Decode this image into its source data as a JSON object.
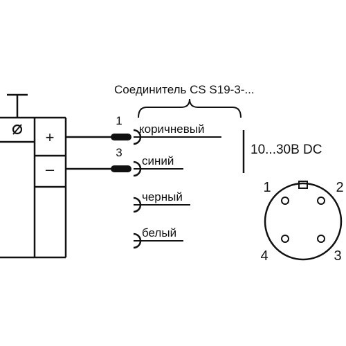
{
  "connector_title": "Соединитель CS S19-3-...",
  "sensor": {
    "plus_symbol": "+",
    "minus_symbol": "–"
  },
  "wires": [
    {
      "pin": "1",
      "color_name": "коричневый"
    },
    {
      "pin": "3",
      "color_name": "синий"
    },
    {
      "pin": "",
      "color_name": "черный"
    },
    {
      "pin": "",
      "color_name": "белый"
    }
  ],
  "supply": "10...30В DC",
  "connector_pins": [
    "1",
    "2",
    "3",
    "4"
  ]
}
